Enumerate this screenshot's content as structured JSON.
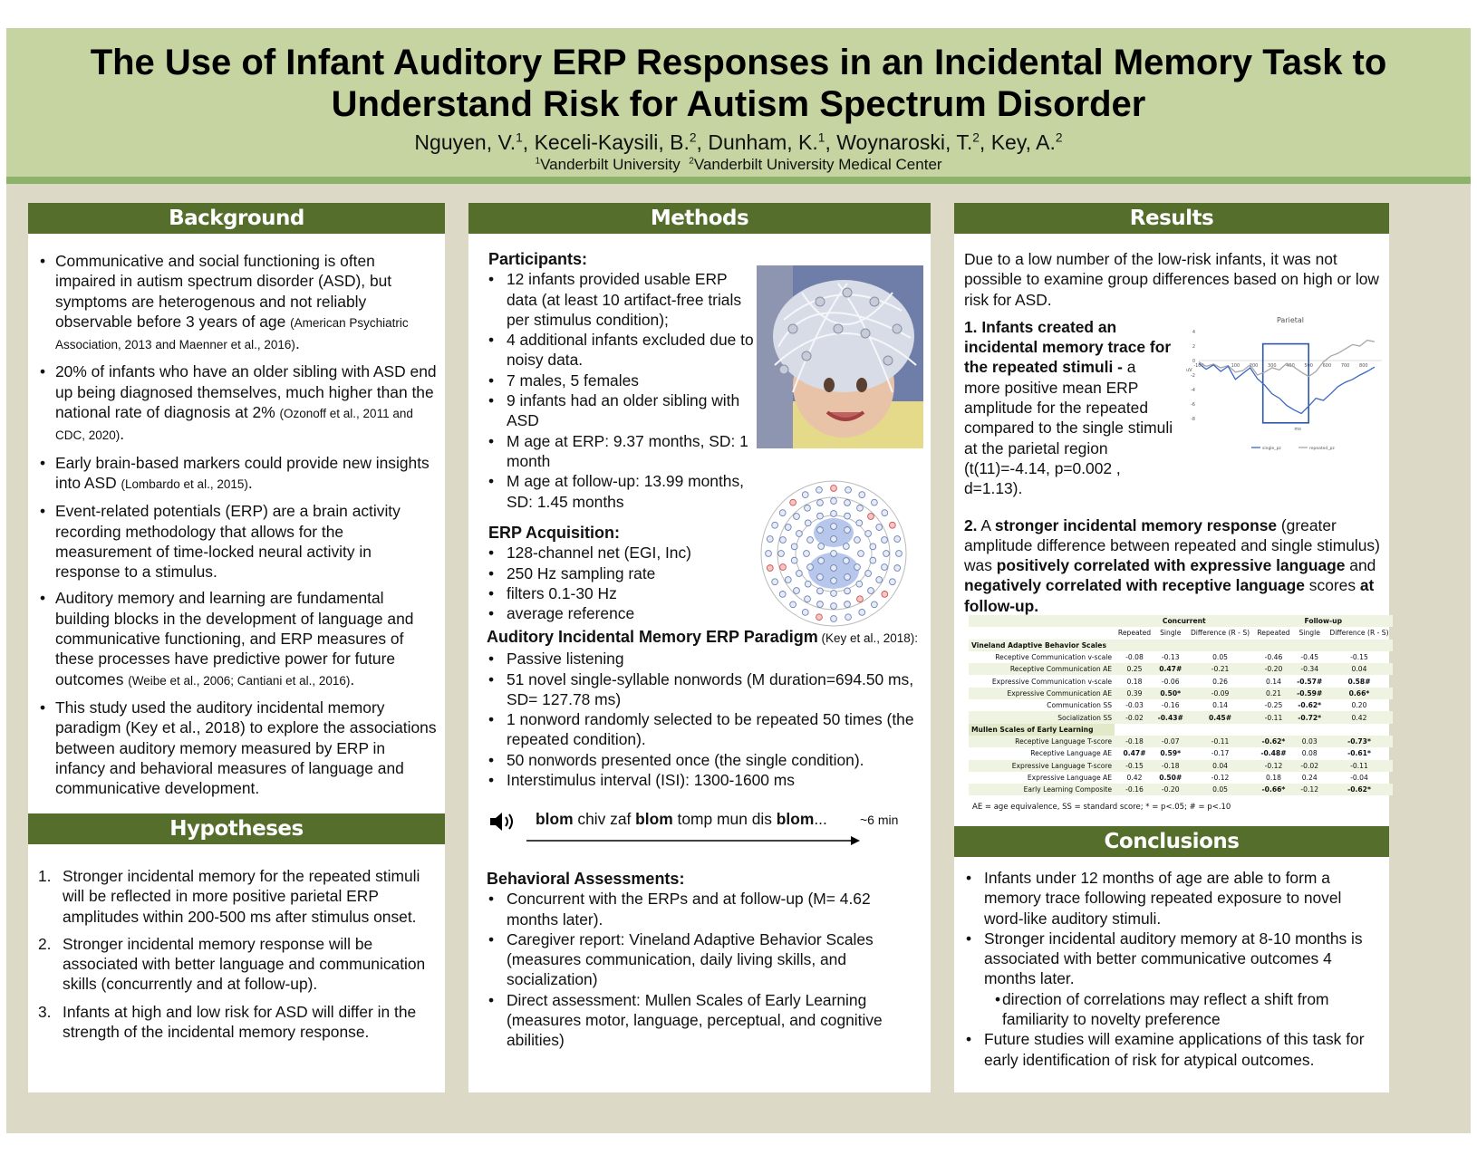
{
  "title_line1": "The Use of Infant Auditory ERP Responses in an Incidental Memory Task to",
  "title_line2": "Understand Risk for Autism Spectrum Disorder",
  "authors": [
    {
      "name": "Nguyen, V.",
      "sup": "1",
      "sep": ", "
    },
    {
      "name": "Keceli-Kaysili, B.",
      "sup": "2",
      "sep": ", "
    },
    {
      "name": "Dunham, K.",
      "sup": "1",
      "sep": ", "
    },
    {
      "name": "Woynaroski, T.",
      "sup": "2",
      "sep": ", "
    },
    {
      "name": "Key, A.",
      "sup": "2",
      "sep": ""
    }
  ],
  "affiliations": [
    {
      "sup": "1",
      "name": "Vanderbilt University"
    },
    {
      "sup": "2",
      "name": "Vanderbilt University Medical Center"
    }
  ],
  "background": {
    "heading": "Background",
    "items": [
      {
        "text": "Communicative and social functioning is often impaired in autism spectrum disorder (ASD), but symptoms are heterogenous and not reliably observable before 3 years of age ",
        "cite": "(American Psychiatric Association, 2013 and Maenner et al., 2016)",
        "end": "."
      },
      {
        "text": "20% of infants who have an older sibling with ASD end up being diagnosed themselves, much higher than the national rate of diagnosis at 2% ",
        "cite": "(Ozonoff et al., 2011 and CDC, 2020)",
        "end": "."
      },
      {
        "text": "Early brain-based markers could provide new insights into ASD ",
        "cite": "(Lombardo et al., 2015)",
        "end": "."
      },
      {
        "text": "Event-related potentials (ERP) are a brain activity recording methodology that allows for the measurement of time-locked neural activity in response to a stimulus.",
        "cite": "",
        "end": ""
      },
      {
        "text": "Auditory memory and learning are fundamental building blocks in the development of language and communicative functioning, and ERP measures of these processes have predictive power for future outcomes ",
        "cite": "(Weibe et al., 2006; Cantiani et al., 2016)",
        "end": "."
      },
      {
        "text": "This study used the auditory incidental memory paradigm (Key et al., 2018) to explore the associations between auditory memory measured by ERP in infancy and behavioral measures of language and communicative development.",
        "cite": "",
        "end": ""
      }
    ]
  },
  "hypotheses": {
    "heading": "Hypotheses",
    "items": [
      "Stronger incidental memory for the repeated stimuli will be reflected in more positive parietal ERP amplitudes within 200-500 ms after stimulus onset.",
      "Stronger incidental memory response will be associated with better language and communication skills (concurrently and at follow-up).",
      "Infants at high and low risk for ASD will differ in the strength of the incidental memory response."
    ]
  },
  "methods": {
    "heading": "Methods",
    "participants_heading": "Participants:",
    "participants": [
      "12 infants provided usable ERP data (at least 10 artifact-free trials per stimulus condition);",
      "4 additional infants excluded due to noisy data.",
      "7 males, 5 females",
      "9 infants had an older sibling with ASD",
      "M age at ERP: 9.37 months, SD: 1 month",
      "M age at follow-up: 13.99 months, SD: 1.45 months"
    ],
    "erp_heading": "ERP Acquisition:",
    "erp": [
      "128-channel net (EGI, Inc)",
      "250 Hz sampling rate",
      "filters 0.1-30 Hz",
      "average reference"
    ],
    "paradigm_heading": "Auditory Incidental Memory ERP Paradigm",
    "paradigm_cite": " (Key et al., 2018):",
    "paradigm": [
      "Passive listening",
      "51 novel single-syllable nonwords (M duration=694.50 ms, SD= 127.78 ms)",
      "1 nonword randomly selected to be repeated 50 times (the repeated condition).",
      "50 nonwords presented once (the single condition).",
      "Interstimulus interval (ISI): 1300-1600 ms"
    ],
    "seq": [
      {
        "t": "blom",
        "b": true
      },
      {
        "t": " chiv zaf ",
        "b": false
      },
      {
        "t": "blom",
        "b": true
      },
      {
        "t": " tomp mun dis ",
        "b": false
      },
      {
        "t": "blom",
        "b": true
      },
      {
        "t": "...",
        "b": false
      }
    ],
    "seq_duration": "~6 min",
    "behav_heading": "Behavioral Assessments:",
    "behav": [
      "Concurrent with the ERPs and at follow-up (M= 4.62 months later).",
      "Caregiver report: Vineland Adaptive Behavior Scales (measures communication, daily living skills, and socialization)",
      "Direct assessment: Mullen Scales of Early Learning (measures motor, language, perceptual, and cognitive abilities)"
    ]
  },
  "results": {
    "heading": "Results",
    "intro": "Due to a low number of the low-risk infants, it was not possible to examine group differences based on high or low risk for ASD.",
    "f1_num": "1. ",
    "f1_bold": "Infants created an incidental memory trace for the repeated stimuli - ",
    "f1_rest": "a more positive mean ERP amplitude for the repeated compared to the single stimuli at the parietal region (t(11)=-4.14, p=0.002 , d=1.13).",
    "f2_num": "2.",
    "f2_a": " A ",
    "f2_b": "stronger incidental memory response",
    "f2_c": " (greater amplitude difference between repeated and single stimulus) was ",
    "f2_d": "positively correlated with expressive language",
    "f2_e": " and ",
    "f2_f": "negatively correlated with receptive language",
    "f2_g": " scores ",
    "f2_h": "at follow-up."
  },
  "chart_data": {
    "type": "line",
    "title": "Parietal",
    "xlabel": "ms",
    "ylabel": "uV",
    "xlim": [
      -100,
      900
    ],
    "ylim": [
      -9,
      4
    ],
    "xticks": [
      "-100",
      "100",
      "200",
      "300",
      "400",
      "500",
      "600",
      "700",
      "800"
    ],
    "yticks": [
      "4",
      "2",
      "0",
      "-2",
      "-4",
      "-6",
      "-8"
    ],
    "highlight_window": [
      250,
      500
    ],
    "series": [
      {
        "name": "single_pz",
        "color": "#3a66c4",
        "x": [
          -100,
          -60,
          -20,
          20,
          60,
          100,
          140,
          180,
          220,
          260,
          300,
          340,
          380,
          420,
          460,
          500,
          540,
          580,
          620,
          660,
          700,
          740,
          780,
          820,
          860
        ],
        "values": [
          -0.4,
          -1.2,
          -0.6,
          -1.5,
          -0.8,
          -2.6,
          -1.8,
          -1.0,
          -2.5,
          -3.4,
          -4.6,
          -5.2,
          -6.2,
          -6.8,
          -7.3,
          -6.3,
          -5.2,
          -5.5,
          -4.6,
          -3.6,
          -3.0,
          -2.6,
          -2.0,
          -1.5,
          -0.9
        ]
      },
      {
        "name": "repeated_pz",
        "color": "#a8a8a8",
        "x": [
          -100,
          -60,
          -20,
          20,
          60,
          100,
          140,
          180,
          220,
          260,
          300,
          340,
          380,
          420,
          460,
          500,
          540,
          580,
          620,
          660,
          700,
          740,
          780,
          820,
          860
        ],
        "values": [
          -0.2,
          -0.8,
          -0.5,
          -1.0,
          -0.7,
          -1.6,
          -1.4,
          -0.6,
          -2.0,
          -1.6,
          -1.0,
          -1.3,
          -0.4,
          -0.9,
          -1.6,
          -2.2,
          -1.5,
          -0.2,
          0.6,
          1.0,
          1.6,
          2.2,
          2.0,
          2.8,
          2.6
        ]
      }
    ]
  },
  "table": {
    "group_headers": [
      "Concurrent",
      "Follow-up"
    ],
    "col_headers": [
      "Repeated",
      "Single",
      "Difference (R - S)",
      "Repeated",
      "Single",
      "Difference (R - S)"
    ],
    "sections": [
      {
        "name": "Vineland Adaptive Behavior Scales",
        "rows": [
          {
            "label": "Receptive Communication v-scale",
            "cells": [
              "-0.08",
              "-0.13",
              "0.05",
              "-0.46",
              "-0.45",
              "-0.15"
            ],
            "bold": []
          },
          {
            "label": "Receptive Communication AE",
            "cells": [
              "0.25",
              "0.47#",
              "-0.21",
              "-0.20",
              "-0.34",
              "0.04"
            ],
            "bold": [
              1
            ]
          },
          {
            "label": "Expressive Communication v-scale",
            "cells": [
              "0.18",
              "-0.06",
              "0.26",
              "0.14",
              "-0.57#",
              "0.58#"
            ],
            "bold": [
              4,
              5
            ]
          },
          {
            "label": "Expressive Communication AE",
            "cells": [
              "0.39",
              "0.50*",
              "-0.09",
              "0.21",
              "-0.59#",
              "0.66*"
            ],
            "bold": [
              1,
              4,
              5
            ]
          },
          {
            "label": "Communication SS",
            "cells": [
              "-0.03",
              "-0.16",
              "0.14",
              "-0.25",
              "-0.62*",
              "0.20"
            ],
            "bold": [
              4
            ]
          },
          {
            "label": "Socialization SS",
            "cells": [
              "-0.02",
              "-0.43#",
              "0.45#",
              "-0.11",
              "-0.72*",
              "0.42"
            ],
            "bold": [
              1,
              2,
              4
            ]
          }
        ]
      },
      {
        "name": "Mullen Scales of Early Learning",
        "rows": [
          {
            "label": "Receptive Language T-score",
            "cells": [
              "-0.18",
              "-0.07",
              "-0.11",
              "-0.62*",
              "0.03",
              "-0.73*"
            ],
            "bold": [
              3,
              5
            ]
          },
          {
            "label": "Receptive Language AE",
            "cells": [
              "0.47#",
              "0.59*",
              "-0.17",
              "-0.48#",
              "0.08",
              "-0.61*"
            ],
            "bold": [
              0,
              1,
              3,
              5
            ]
          },
          {
            "label": "Expressive Language T-score",
            "cells": [
              "-0.15",
              "-0.18",
              "0.04",
              "-0.12",
              "-0.02",
              "-0.11"
            ],
            "bold": []
          },
          {
            "label": "Expressive Language AE",
            "cells": [
              "0.42",
              "0.50#",
              "-0.12",
              "0.18",
              "0.24",
              "-0.04"
            ],
            "bold": [
              1
            ]
          },
          {
            "label": "Early Learning Composite",
            "cells": [
              "-0.16",
              "-0.20",
              "0.05",
              "-0.66*",
              "-0.12",
              "-0.62*"
            ],
            "bold": [
              3,
              5
            ]
          }
        ]
      }
    ],
    "note": "AE = age equivalence, SS = standard score; * = p<.05; # = p<.10"
  },
  "conclusions": {
    "heading": "Conclusions",
    "items": [
      {
        "text": "Infants under 12 months of age are able to form a memory trace following repeated exposure to novel word-like auditory stimuli.",
        "sub": ""
      },
      {
        "text": "Stronger incidental auditory memory at 8-10 months is associated with better communicative outcomes 4 months later.",
        "sub": "direction of correlations may reflect a shift from familiarity to novelty preference"
      },
      {
        "text": "Future studies will examine applications of this task for early identification of risk for atypical outcomes.",
        "sub": ""
      }
    ]
  }
}
